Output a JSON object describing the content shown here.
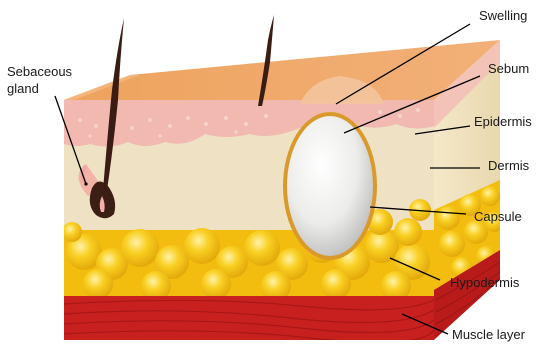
{
  "labels": {
    "sebaceous_gland": "Sebaceous gland",
    "swelling": "Swelling",
    "sebum": "Sebum",
    "epidermis": "Epidermis",
    "dermis": "Dermis",
    "capsule": "Capsule",
    "hypodermis": "Hypodermis",
    "muscle_layer": "Muscle layer"
  },
  "colors": {
    "muscle": "#c8201e",
    "fat": "#f6c20d",
    "dermis": "#efe2c4",
    "epidermis": "#f1b9b0",
    "top_surface": "#f0a562",
    "hair": "#3a1c12",
    "cyst": "#e9e9e7",
    "capsule": "#d99a2b",
    "leader_line": "#000000"
  }
}
